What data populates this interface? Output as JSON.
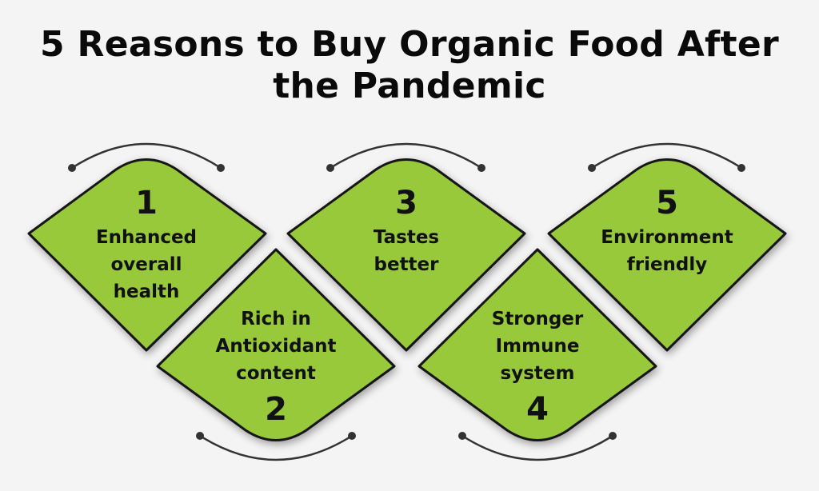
{
  "title": {
    "line1": "5 Reasons to Buy Organic Food After",
    "line2": "the Pandemic"
  },
  "colors": {
    "fill": "#97c93a",
    "stroke": "#161616",
    "background": "#f4f4f4"
  },
  "reasons": [
    {
      "number": "1",
      "lines": [
        "Enhanced",
        "overall",
        "health"
      ]
    },
    {
      "number": "2",
      "lines": [
        "Rich in",
        "Antioxidant",
        "content"
      ]
    },
    {
      "number": "3",
      "lines": [
        "Tastes",
        "better"
      ]
    },
    {
      "number": "4",
      "lines": [
        "Stronger",
        "Immune",
        "system"
      ]
    },
    {
      "number": "5",
      "lines": [
        "Environment",
        "friendly"
      ]
    }
  ]
}
